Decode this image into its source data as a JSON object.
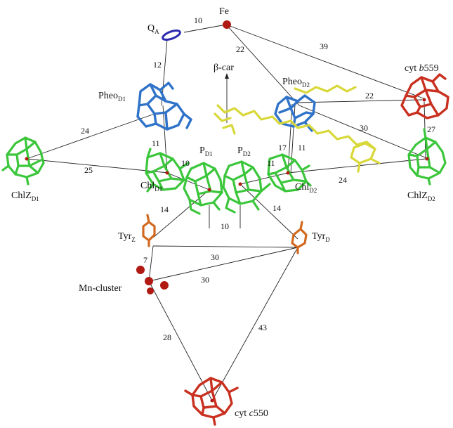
{
  "labels": {
    "qa": {
      "main": "Q",
      "sub": "A"
    },
    "fe": {
      "main": "Fe"
    },
    "bcar": {
      "main": "β-car"
    },
    "pheo_d1": {
      "main": "Pheo",
      "sub": "D1"
    },
    "pheo_d2": {
      "main": "Pheo",
      "sub": "D2"
    },
    "cyt_b559": {
      "main": "cyt ",
      "italic": "b",
      "rest": "559"
    },
    "chlz_d1": {
      "main": "ChlZ",
      "sub": "D1"
    },
    "chlz_d2": {
      "main": "ChlZ",
      "sub": "D2"
    },
    "p_d1": {
      "main": "P",
      "sub": "D1"
    },
    "p_d2": {
      "main": "P",
      "sub": "D2"
    },
    "chl_d1": {
      "main": "Chl",
      "sub": "D1"
    },
    "chl_d2": {
      "main": "Chl",
      "sub": "D2"
    },
    "tyr_z": {
      "main": "Tyr",
      "sub": "Z"
    },
    "tyr_d": {
      "main": "Tyr",
      "sub": "D"
    },
    "mn": {
      "main": "Mn-cluster"
    },
    "cyt_c550": {
      "main": "cyt ",
      "italic": "c",
      "rest": "550"
    }
  },
  "distances": {
    "qa_fe": "10",
    "qa_pheo": "12",
    "fe_pheo_d2": "22",
    "fe_cytb": "39",
    "pheo_d2_cytb": "22",
    "cytb_chlz_d2": "27",
    "pheo_d2_chlz_d2": "30",
    "chlz_d1_pheo": "24",
    "chlz_d1_chl": "25",
    "pheo_d1_chl": "11",
    "p_d1_chl": "10",
    "p_d2_chl": "11",
    "pheo_d2_chl_a": "17",
    "pheo_d2_chl_b": "11",
    "chl_d2_chlz_d2": "24",
    "p_d1_tyrz": "14",
    "p_d1_p_d2": "10",
    "p_d2_tyrd": "14",
    "tyrz_tyrd": "30",
    "mn_tyrd": "30",
    "tyrz_mn": "7",
    "mn_c550": "28",
    "tyrd_c550": "43"
  }
}
